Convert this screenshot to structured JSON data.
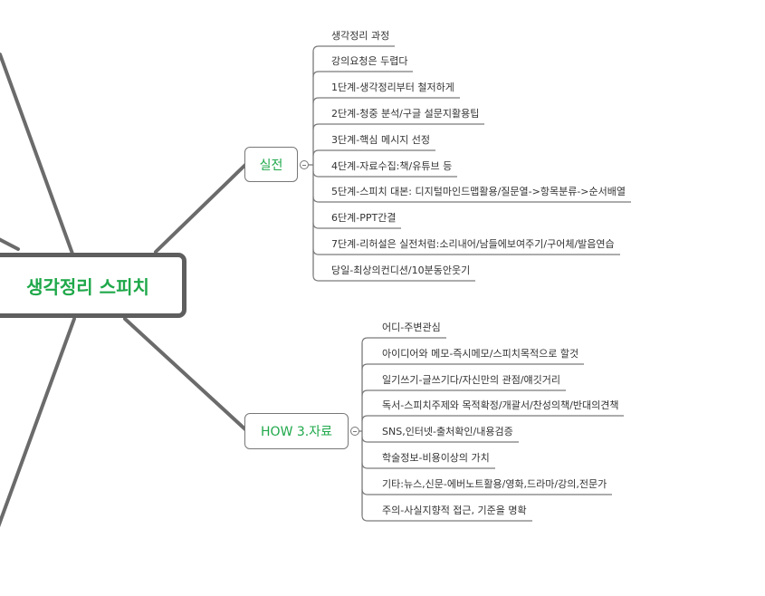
{
  "root": {
    "label": "생각정리 스피치"
  },
  "topics": [
    {
      "label": "실전",
      "items": [
        "생각정리 과정",
        "강의요청은 두렵다",
        "1단계-생각정리부터 철저하게",
        "2단계-청중 분석/구글 설문지활용팁",
        "3단계-핵심 메시지 선정",
        "4단계-자료수집:책/유튜브 등",
        "5단계-스피치 대본: 디지털마인드맵활용/질문열->항목분류->순서배열",
        "6단계-PPT간결",
        "7단계-리허설은 실전처럼:소리내어/남들에보여주기/구어체/발음연습",
        "당일-최상의컨디션/10분동안웃기"
      ]
    },
    {
      "label": "HOW 3.자료",
      "items": [
        "어디-주변관심",
        "아이디어와 메모-즉시메모/스피치목적으로 할것",
        "일기쓰기-글쓰기다/자신만의 관점/얘깃거리",
        "독서-스피치주제와 목적확정/개괄서/찬성의책/반대의견책",
        "SNS,인터넷-출처확인/내용검증",
        "학술정보-비용이상의 가치",
        "기타:뉴스,신문-에버노트활용/영화,드라마/강의,전문가",
        "주의-사실지향적 접근, 기준을 명확"
      ]
    }
  ]
}
